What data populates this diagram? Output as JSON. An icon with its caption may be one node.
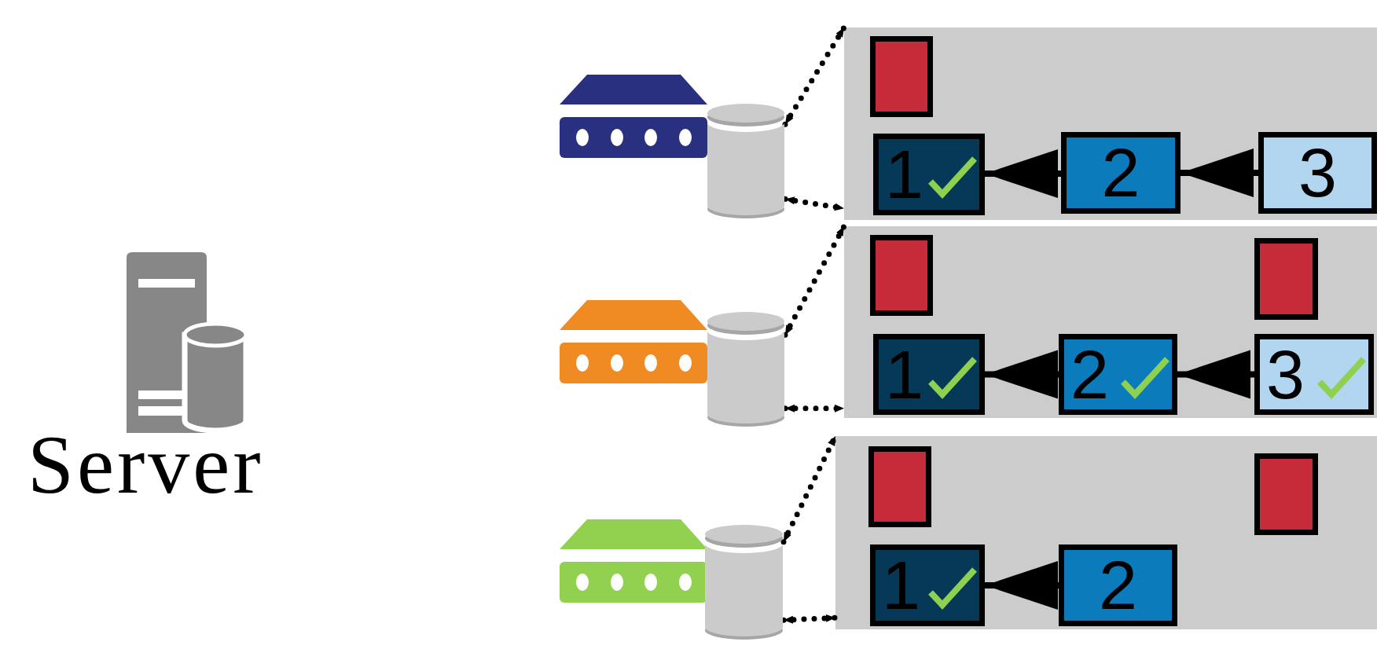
{
  "diagram": {
    "nodes": [
      {
        "text": [
          "Server"
        ]
      },
      {
        "text": [],
        "shape": "cylinder"
      },
      {
        "text": [],
        "shape": "box"
      },
      {
        "text": [],
        "shape": "box",
        "in": 2
      },
      {
        "text": [
          "1"
        ],
        "in": 2
      },
      {
        "text": [
          "2"
        ],
        "in": 2
      },
      {
        "text": [
          "3"
        ],
        "in": 2
      },
      {
        "text": [],
        "shape": "cylinder"
      },
      {
        "text": [],
        "shape": "box"
      },
      {
        "text": [],
        "shape": "box",
        "in": 8
      },
      {
        "text": [],
        "shape": "box",
        "in": 8
      },
      {
        "text": [
          "1"
        ],
        "in": 8
      },
      {
        "text": [
          "2"
        ],
        "in": 8
      },
      {
        "text": [
          "3"
        ],
        "in": 8
      },
      {
        "text": [],
        "shape": "cylinder"
      },
      {
        "text": [],
        "shape": "box"
      },
      {
        "text": [],
        "shape": "box",
        "in": 15
      },
      {
        "text": [],
        "shape": "box",
        "in": 15
      },
      {
        "text": [
          "1"
        ],
        "in": 15
      },
      {
        "text": [
          "2"
        ],
        "in": 15
      }
    ],
    "edges": [
      {
        "from": 1,
        "to": 2,
        "arrow": "both",
        "style": "dashed"
      },
      {
        "from": 1,
        "to": 2,
        "arrow": "both",
        "style": "dashed"
      },
      {
        "from": 5,
        "to": 4,
        "arrow": "to"
      },
      {
        "from": 6,
        "to": 5,
        "arrow": "to"
      },
      {
        "from": 7,
        "to": 8,
        "arrow": "both",
        "style": "dashed"
      },
      {
        "from": 7,
        "to": 8,
        "arrow": "both",
        "style": "dashed"
      },
      {
        "from": 12,
        "to": 11,
        "arrow": "to"
      },
      {
        "from": 13,
        "to": 12,
        "arrow": "to"
      },
      {
        "from": 14,
        "to": 15,
        "arrow": "both",
        "style": "dashed"
      },
      {
        "from": 14,
        "to": 15,
        "arrow": "both",
        "style": "dashed"
      },
      {
        "from": 19,
        "to": 18,
        "arrow": "to"
      }
    ]
  }
}
